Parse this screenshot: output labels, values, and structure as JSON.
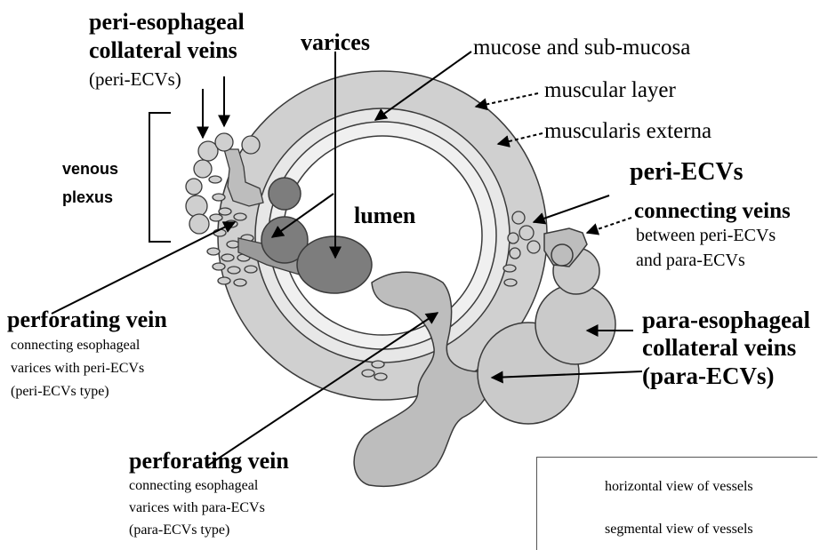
{
  "labels": {
    "peri_ecv_title_1": "peri-esophageal",
    "peri_ecv_title_2": "collateral veins",
    "peri_ecv_abbr": "(peri-ECVs)",
    "venous_plexus_1": "venous",
    "venous_plexus_2": "plexus",
    "varices": "varices",
    "mucosa": "mucose and sub-mucosa",
    "muscular_layer": "muscular layer",
    "muscularis_externa": "muscularis externa",
    "peri_ecvs": "peri-ECVs",
    "lumen": "lumen",
    "connecting_veins_title": "connecting veins",
    "connecting_veins_desc_1": "between peri-ECVs",
    "connecting_veins_desc_2": "and para-ECVs",
    "perforating_vein_1_title": "perforating vein",
    "perforating_vein_1_desc_1": "connecting esophageal",
    "perforating_vein_1_desc_2": "varices with peri-ECVs",
    "perforating_vein_1_desc_3": "(peri-ECVs type)",
    "para_ecv_title_1": "para-esophageal",
    "para_ecv_title_2": "collateral veins",
    "para_ecv_abbr": "(para-ECVs)",
    "perforating_vein_2_title": "perforating vein",
    "perforating_vein_2_desc_1": "connecting esophageal",
    "perforating_vein_2_desc_2": "varices with para-ECVs",
    "perforating_vein_2_desc_3": "(para-ECVs type)"
  },
  "legend": {
    "horizontal": "horizontal view of vessels",
    "segmental": "segmental view of vessels"
  },
  "colors": {
    "outer_ring": "#d0d0d0",
    "vessel": "#bdbdbd",
    "varix": "#7d7d7d",
    "outline": "#3a3a3a"
  }
}
